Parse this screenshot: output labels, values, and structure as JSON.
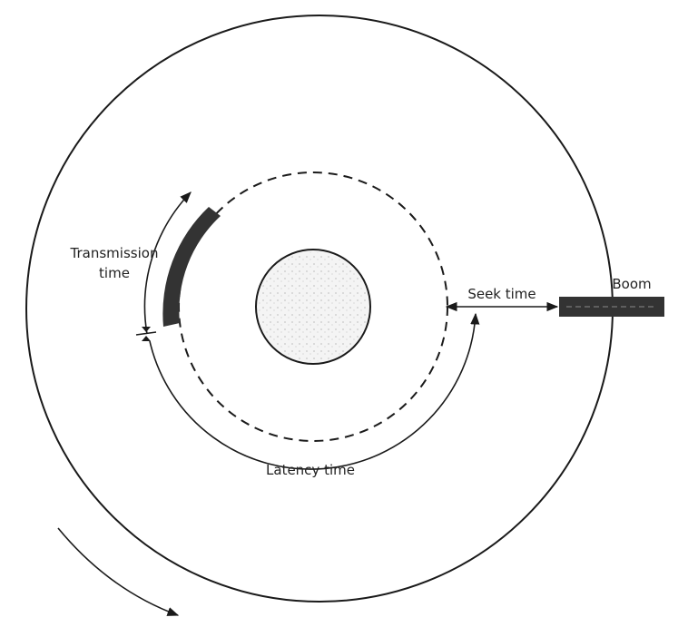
{
  "labels": {
    "transmission_line1": "Transmission",
    "transmission_line2": "time",
    "seek": "Seek time",
    "latency": "Latency time",
    "boom": "Boom"
  },
  "colors": {
    "ink": "#1a1a1a",
    "block": "#333333",
    "hub_fill": "#f4f4f4"
  }
}
